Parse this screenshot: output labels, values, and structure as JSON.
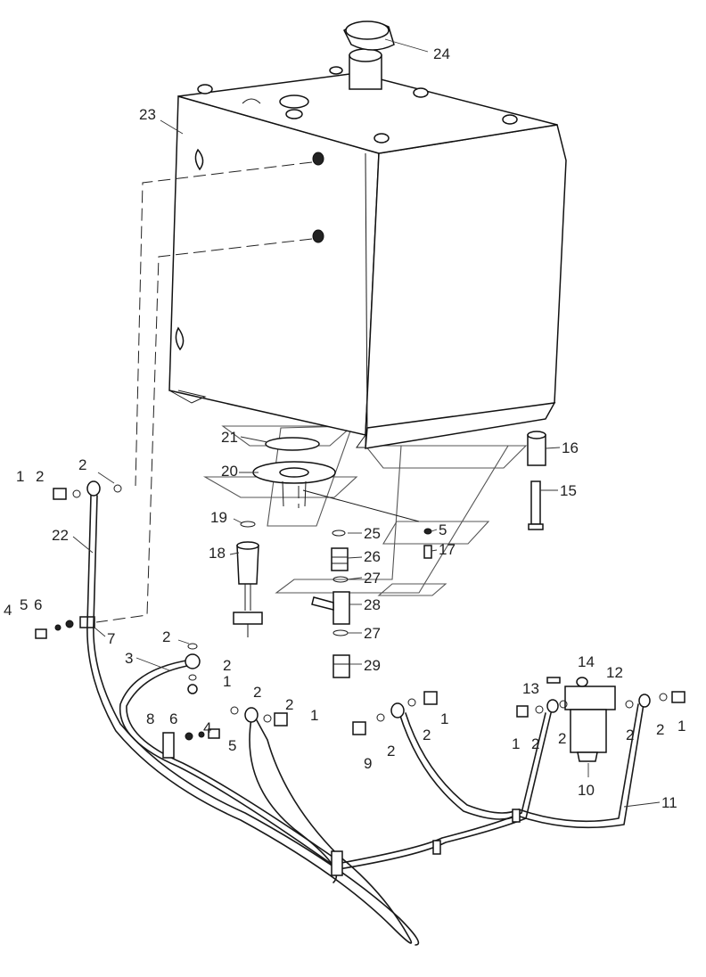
{
  "callouts": [
    {
      "text": "24"
    },
    {
      "text": "23"
    },
    {
      "text": "21"
    },
    {
      "text": "20"
    },
    {
      "text": "19"
    },
    {
      "text": "18"
    },
    {
      "text": "16"
    },
    {
      "text": "15"
    },
    {
      "text": "25"
    },
    {
      "text": "5"
    },
    {
      "text": "26"
    },
    {
      "text": "17"
    },
    {
      "text": "27"
    },
    {
      "text": "28"
    },
    {
      "text": "27"
    },
    {
      "text": "29"
    },
    {
      "text": "2"
    },
    {
      "text": "1"
    },
    {
      "text": "2"
    },
    {
      "text": "22"
    },
    {
      "text": "4"
    },
    {
      "text": "5"
    },
    {
      "text": "6"
    },
    {
      "text": "7"
    },
    {
      "text": "3"
    },
    {
      "text": "2"
    },
    {
      "text": "2"
    },
    {
      "text": "1"
    },
    {
      "text": "2"
    },
    {
      "text": "2"
    },
    {
      "text": "1"
    },
    {
      "text": "8"
    },
    {
      "text": "6"
    },
    {
      "text": "4"
    },
    {
      "text": "5"
    },
    {
      "text": "9"
    },
    {
      "text": "2"
    },
    {
      "text": "2"
    },
    {
      "text": "1"
    },
    {
      "text": "14"
    },
    {
      "text": "12"
    },
    {
      "text": "13"
    },
    {
      "text": "1"
    },
    {
      "text": "2"
    },
    {
      "text": "2"
    },
    {
      "text": "2"
    },
    {
      "text": "2"
    },
    {
      "text": "1"
    },
    {
      "text": "10"
    },
    {
      "text": "11"
    }
  ]
}
